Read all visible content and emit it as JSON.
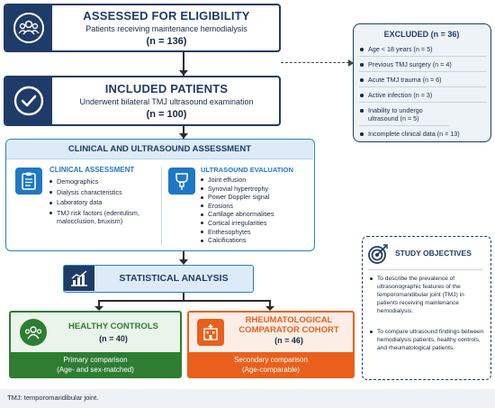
{
  "eligibility": {
    "title": "ASSESSED FOR ELIGIBILITY",
    "subtitle": "Patients receiving maintenance hemodialysis",
    "count": "(n = 136)"
  },
  "excluded": {
    "title": "EXCLUDED (n = 36)",
    "items": [
      "Age < 18 years (n = 5)",
      "Previous TMJ surgery (n = 4)",
      "Acute TMJ trauma (n = 6)",
      "Active infection (n = 3)",
      "Inability to undergo ultrasound (n = 5)",
      "Incomplete clinical data (n = 13)"
    ]
  },
  "included": {
    "title": "INCLUDED PATIENTS",
    "subtitle": "Underwent bilateral TMJ ultrasound examination",
    "count": "(n = 100)"
  },
  "assessment": {
    "title": "CLINICAL AND ULTRASOUND ASSESSMENT",
    "clinical_title": "CLINICAL ASSESSMENT",
    "clinical_items": [
      "Demographics",
      "Dialysis characteristics",
      "Laboratory data",
      "TMJ risk factors (edentulism, malocclusion, bruxism)"
    ],
    "ultrasound_title": "ULTRASOUND EVALUATION",
    "ultrasound_items": [
      "Joint effusion",
      "Synovial hypertrophy",
      "Power Doppler signal",
      "Erosions",
      "Cartilage abnormalities",
      "Cortical irregularities",
      "Enthesophytes",
      "Calcifications"
    ]
  },
  "statistical": {
    "title": "STATISTICAL ANALYSIS"
  },
  "healthy": {
    "title": "HEALTHY CONTROLS",
    "count": "(n = 40)",
    "footer_line1": "Primary comparison",
    "footer_line2": "(Age- and sex-matched)"
  },
  "rheum": {
    "title_line1": "RHEUMATOLOGICAL",
    "title_line2": "COMPARATOR COHORT",
    "count": "(n = 46)",
    "footer_line1": "Secondary comparison",
    "footer_line2": "(Age-comparable)"
  },
  "objectives": {
    "title": "STUDY OBJECTIVES",
    "items": [
      "To describe the prevalence of ultrasonographic features of the temporomandibular joint (TMJ) in patients receiving maintenance hemodialysis.",
      "To compare ultrasound findings between hemodialysis patients, healthy controls, and rheumatological patients."
    ]
  },
  "footnote": "TMJ: temporomandibular joint.",
  "colors": {
    "navy": "#1f3b67",
    "blue": "#1f78c4",
    "green": "#2e7d32",
    "orange": "#e8601c"
  },
  "icons": {
    "eligibility": "people-group-icon",
    "included": "check-circle-icon",
    "clinical": "clipboard-icon",
    "ultrasound": "ultrasound-probe-icon",
    "statistical": "chart-icon",
    "healthy": "people-group-icon",
    "rheum": "hospital-icon",
    "objectives": "target-icon"
  }
}
